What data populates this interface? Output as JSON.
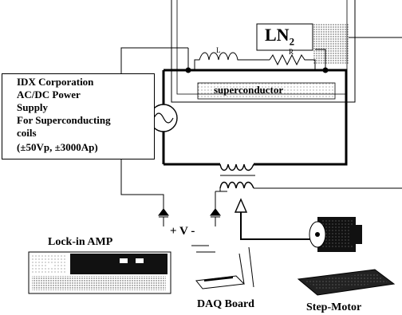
{
  "diagram": {
    "cryostat": {
      "label_main": "LN",
      "label_sub": "2"
    },
    "circuit": {
      "inductor_label": "L",
      "resistor_label": "R",
      "sample_label": "superconductor"
    },
    "power_supply": {
      "lines": [
        "IDX Corporation",
        "AC/DC Power",
        "Supply",
        "For Superconducting",
        "coils",
        "(±50Vp, ±3000Ap)"
      ]
    },
    "voltage_probe": {
      "plus": "+",
      "v": "V",
      "minus": "-"
    },
    "instruments": {
      "lockin": "Lock-in AMP",
      "daq": "DAQ Board",
      "motor": "Step-Motor"
    }
  }
}
